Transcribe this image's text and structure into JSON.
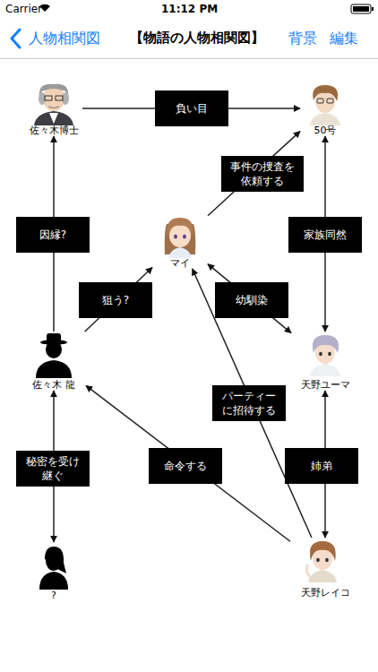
{
  "diagram": {
    "title": "【物語の人物相関図】",
    "nodes": [
      {
        "text": [
          "佐々木博士"
        ]
      },
      {
        "text": [
          "50号"
        ]
      },
      {
        "text": [
          "マイ"
        ]
      },
      {
        "text": [
          "佐々木 龍"
        ]
      },
      {
        "text": [
          "天野ユーマ"
        ]
      },
      {
        "text": [
          "?"
        ]
      },
      {
        "text": [
          "天野レイコ"
        ]
      }
    ],
    "edges": [
      {
        "from": 0,
        "to": 1,
        "label": "負い目",
        "arrow": "to"
      },
      {
        "from": 2,
        "to": 1,
        "label": "事件の捜査を依頼する",
        "arrow": "to"
      },
      {
        "from": 3,
        "to": 0,
        "label": "因縁?",
        "arrow": "to"
      },
      {
        "from": 1,
        "to": 4,
        "label": "家族同然",
        "arrow": "both"
      },
      {
        "from": 3,
        "to": 2,
        "label": "狙う?",
        "arrow": "to"
      },
      {
        "from": 2,
        "to": 4,
        "label": "幼馴染",
        "arrow": "both"
      },
      {
        "from": 3,
        "to": 5,
        "label": "秘密を受け継ぐ",
        "arrow": "both"
      },
      {
        "from": 6,
        "to": 3,
        "label": "命令する",
        "arrow": "to"
      },
      {
        "from": 6,
        "to": 2,
        "label": "パーティーに招待する",
        "arrow": "to"
      },
      {
        "from": 4,
        "to": 6,
        "label": "姉弟",
        "arrow": "both"
      }
    ],
    "labels": [
      "Carrier",
      "11:12 PM",
      "人物相関図",
      "背景",
      "編集"
    ]
  }
}
